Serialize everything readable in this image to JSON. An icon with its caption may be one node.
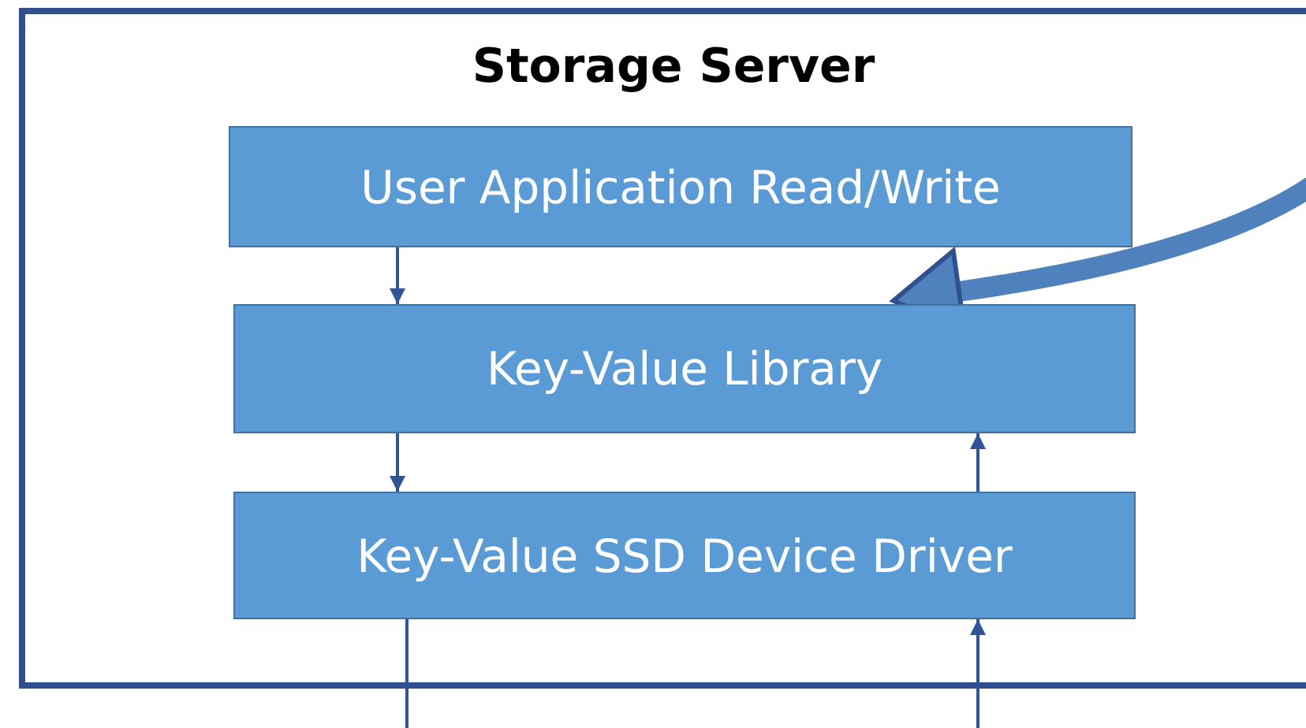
{
  "diagram": {
    "nodes": [
      {
        "text": [
          "Storage Server"
        ]
      },
      {
        "text": [
          "User Application Read/Write"
        ],
        "in": 0
      },
      {
        "text": [
          "Key-Value Library"
        ],
        "in": 0
      },
      {
        "text": [
          "Key-Value SSD Device Driver"
        ],
        "in": 0
      }
    ],
    "edges": [
      {
        "from": 1,
        "to": 2,
        "arrow": "to"
      },
      {
        "from": 2,
        "to": 3,
        "arrow": "to"
      },
      {
        "from": 3,
        "to": 2,
        "arrow": "to"
      },
      {
        "from": 3,
        "to": null,
        "arrow": "none"
      },
      {
        "from": null,
        "to": 3,
        "arrow": "to"
      },
      {
        "from": null,
        "to": 2,
        "arrow": "to",
        "style": "thick",
        "color": "#4f81bd"
      }
    ]
  }
}
